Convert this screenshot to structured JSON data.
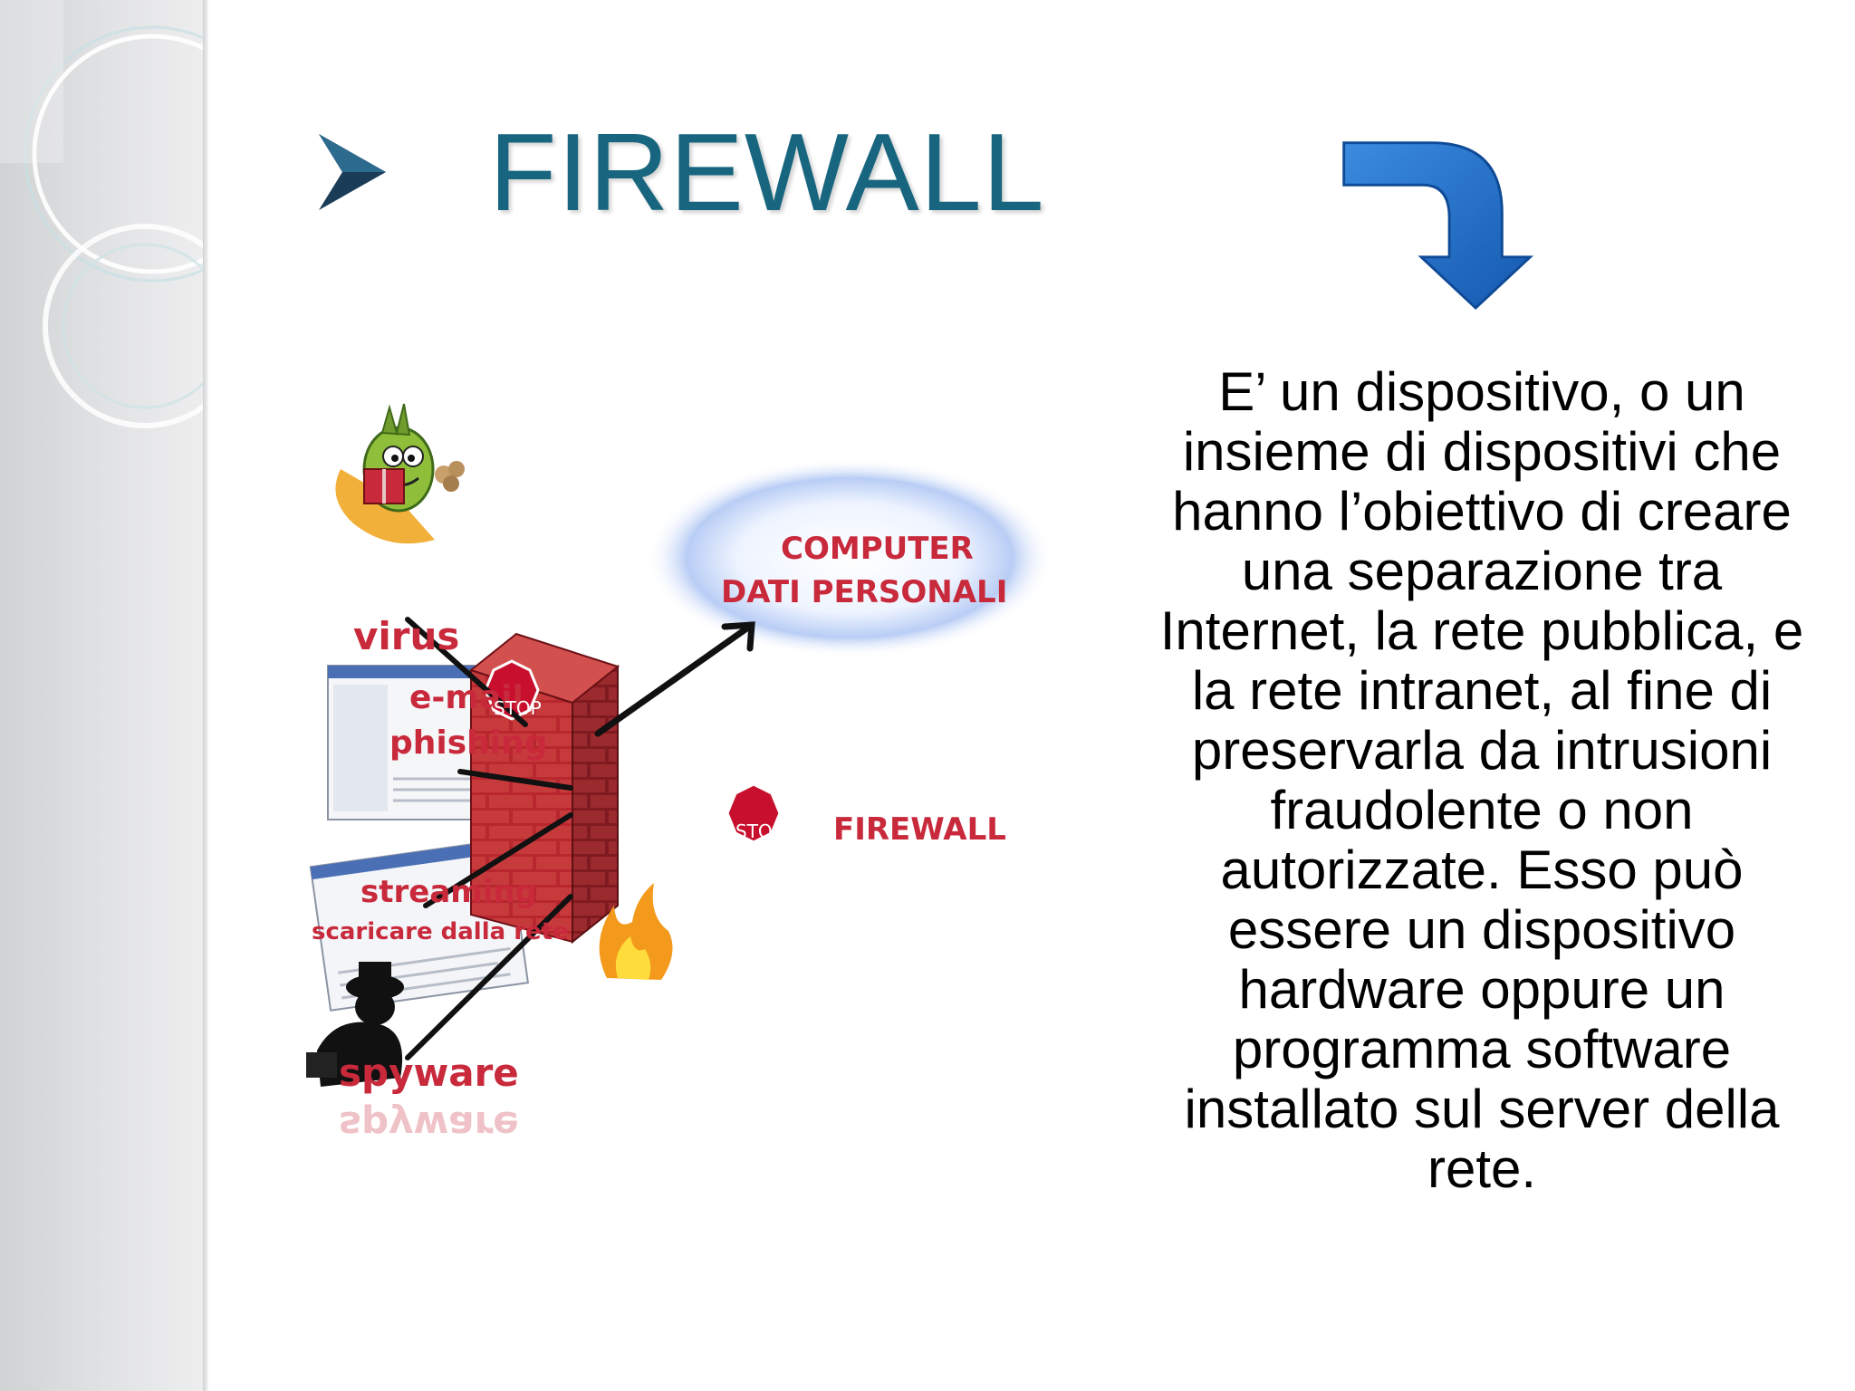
{
  "title": {
    "text": "FIREWALL",
    "bullet_icon": "arrow-bullet-icon",
    "color": "#17657e"
  },
  "decor": {
    "curved_arrow_icon": "curved-down-arrow-icon",
    "arrow_color": "#1f73c8"
  },
  "figure": {
    "labels": {
      "virus": "virus",
      "email": "e-mail",
      "phishing": "phishing",
      "streaming": "streaming",
      "scaricare": "scaricare dalla rete",
      "spyware": "spyware",
      "computer": "COMPUTER",
      "dati_personali": "DATI PERSONALI",
      "firewall": "FIREWALL",
      "stop_1": "STOP",
      "stop_2": "STOP"
    },
    "label_color": "#c8293b"
  },
  "body": {
    "text": "E’ un dispositivo, o un insieme di dispositivi che hanno l’obiettivo di creare una separazione tra Internet, la rete pubblica, e la rete intranet, al fine di preservarla da intrusioni fraudolente o non autorizzate. Esso può essere un dispositivo hardware oppure un programma software installato sul server della rete."
  }
}
